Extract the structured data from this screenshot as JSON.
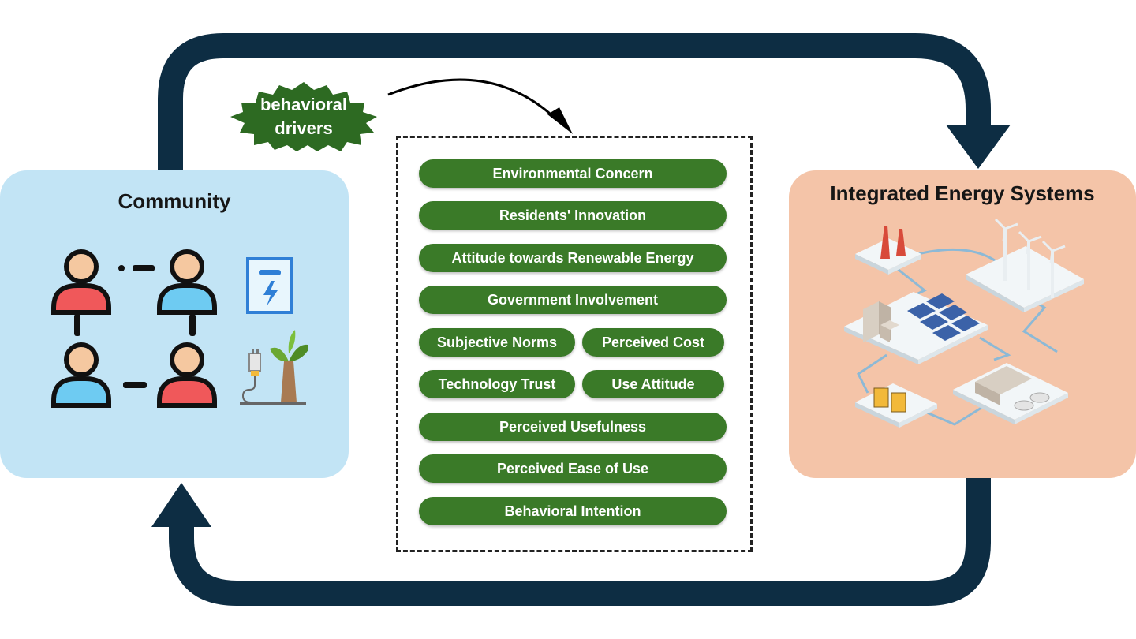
{
  "community": {
    "title": "Community",
    "icons": [
      "person-red-icon",
      "person-blue-icon",
      "person-blue-icon",
      "person-red-icon",
      "electric-meter-icon",
      "plug-plant-icon"
    ]
  },
  "energy": {
    "title": "Integrated Energy Systems",
    "icons": [
      "power-tower-icon",
      "wind-turbine-icon",
      "solar-panel-icon",
      "factory-icon",
      "battery-storage-icon",
      "storage-tank-icon"
    ]
  },
  "drivers_badge": {
    "line1": "behavioral",
    "line2": "drivers"
  },
  "drivers": {
    "environmental_concern": "Environmental Concern",
    "residents_innovation": "Residents' Innovation",
    "attitude_renewable": "Attitude towards Renewable Energy",
    "government_involvement": "Government Involvement",
    "subjective_norms": "Subjective Norms",
    "perceived_cost": "Perceived Cost",
    "technology_trust": "Technology Trust",
    "use_attitude": "Use Attitude",
    "perceived_usefulness": "Perceived Usefulness",
    "perceived_ease_of_use": "Perceived Ease of Use",
    "behavioral_intention": "Behavioral Intention"
  },
  "colors": {
    "loop": "#0d2d43",
    "community_bg": "#c2e4f5",
    "energy_bg": "#f4c4a8",
    "pill_green": "#3a7a28",
    "badge_green": "#2d6a22"
  }
}
